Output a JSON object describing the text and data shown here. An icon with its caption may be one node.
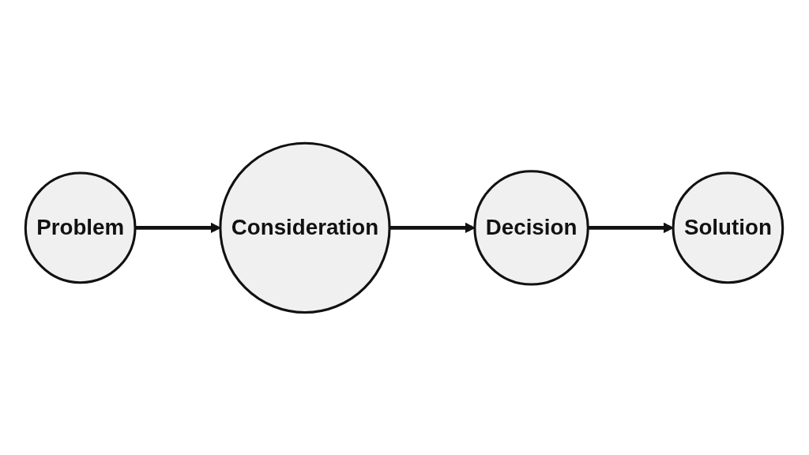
{
  "diagram": {
    "nodes": [
      {
        "text": [
          "Problem"
        ]
      },
      {
        "text": [
          "Consideration"
        ]
      },
      {
        "text": [
          "Decision"
        ]
      },
      {
        "text": [
          "Solution"
        ]
      }
    ],
    "edges": [
      {
        "from": 0,
        "to": 1,
        "arrow": "to"
      },
      {
        "from": 1,
        "to": 2,
        "arrow": "to"
      },
      {
        "from": 2,
        "to": 3,
        "arrow": "to"
      }
    ]
  }
}
